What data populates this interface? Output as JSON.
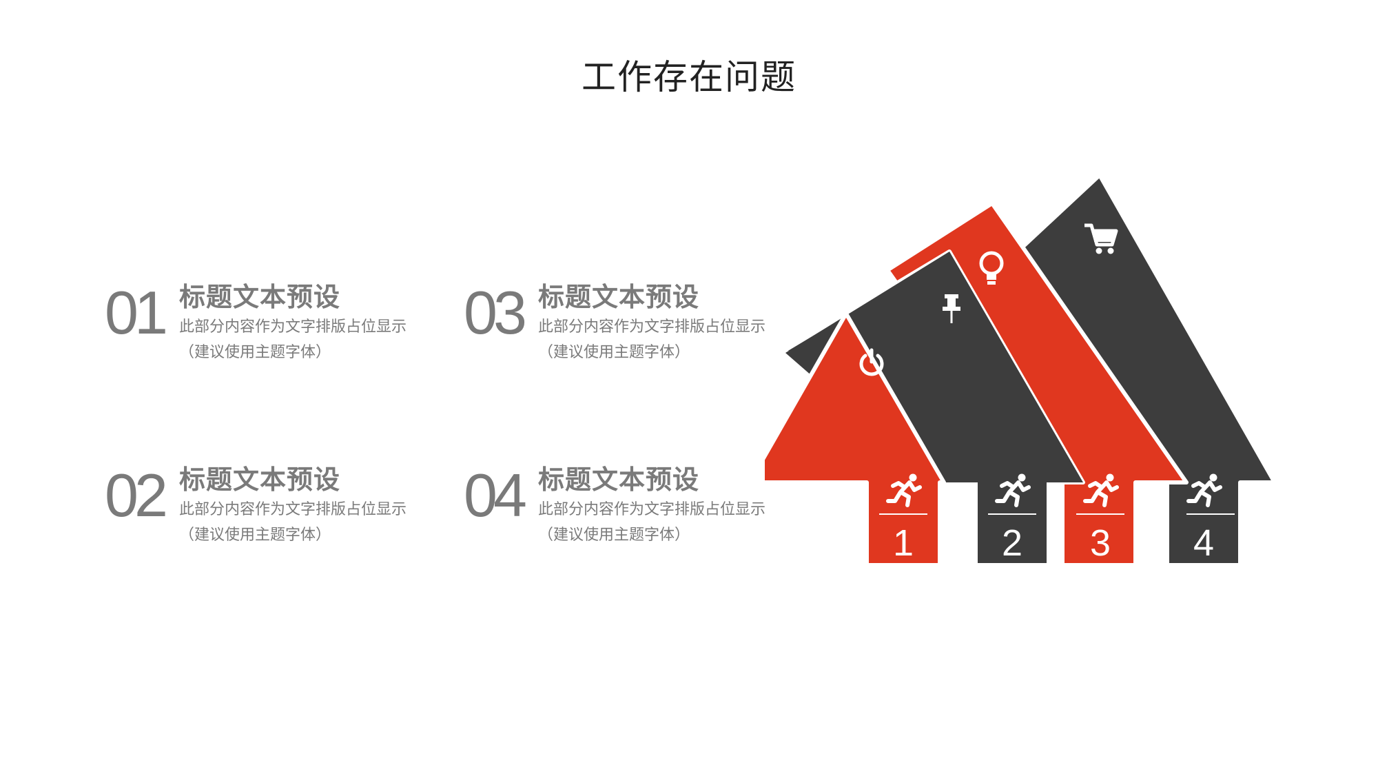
{
  "title": "工作存在问题",
  "items": [
    {
      "number": "01",
      "title": "标题文本预设",
      "desc_line1": "此部分内容作为文字排版占位显示",
      "desc_line2": "（建议使用主题字体）"
    },
    {
      "number": "02",
      "title": "标题文本预设",
      "desc_line1": "此部分内容作为文字排版占位显示",
      "desc_line2": "（建议使用主题字体）"
    },
    {
      "number": "03",
      "title": "标题文本预设",
      "desc_line1": "此部分内容作为文字排版占位显示",
      "desc_line2": "（建议使用主题字体）"
    },
    {
      "number": "04",
      "title": "标题文本预设",
      "desc_line1": "此部分内容作为文字排版占位显示",
      "desc_line2": "（建议使用主题字体）"
    }
  ],
  "arrows": [
    {
      "label": "1",
      "color": "#e0371f",
      "top_icon": "power-icon",
      "bottom_icon": "runner-icon"
    },
    {
      "label": "2",
      "color": "#3d3d3d",
      "top_icon": "pushpin-icon",
      "bottom_icon": "runner-icon"
    },
    {
      "label": "3",
      "color": "#e0371f",
      "top_icon": "lightbulb-icon",
      "bottom_icon": "runner-icon"
    },
    {
      "label": "4",
      "color": "#3d3d3d",
      "top_icon": "shopping-cart-icon",
      "bottom_icon": "runner-icon"
    }
  ],
  "colors": {
    "accent_red": "#e0371f",
    "dark_gray": "#3d3d3d",
    "text_gray": "#7a7a7a"
  }
}
